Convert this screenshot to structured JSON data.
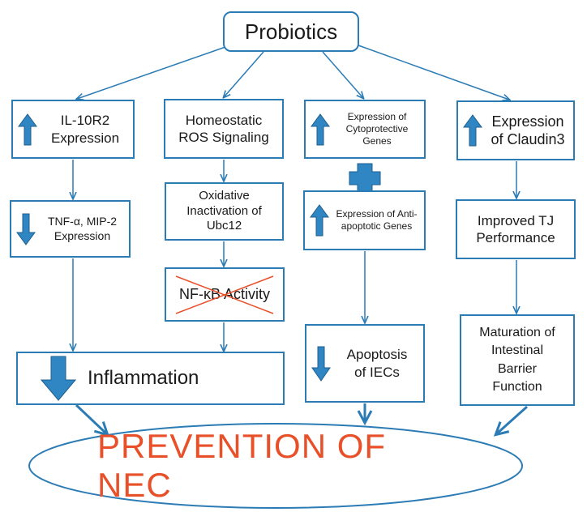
{
  "root": {
    "label": "Probiotics"
  },
  "nodes": {
    "il10r2": {
      "label": "IL-10R2 Expression",
      "arrow": "up"
    },
    "ros": {
      "label": "Homeostatic ROS Signaling"
    },
    "cyto": {
      "label": "Expression of Cytoprotective Genes",
      "arrow": "up"
    },
    "claudin": {
      "label": "Expression of Claudin3",
      "arrow": "up"
    },
    "tnf": {
      "label": "TNF-α, MIP-2 Expression",
      "arrow": "down"
    },
    "oxidative": {
      "label": "Oxidative Inactivation of Ubc12"
    },
    "antiapop": {
      "label": "Expression of Anti-apoptotic Genes",
      "arrow": "up"
    },
    "tj": {
      "label": "Improved TJ Performance"
    },
    "nfkb": {
      "label": "NF-κB Activity",
      "crossed_out": true
    },
    "inflammation": {
      "label": "Inflammation",
      "arrow": "down"
    },
    "apoptosis": {
      "label": "Apoptosis of IECs",
      "arrow": "down"
    },
    "maturation": {
      "label": "Maturation of Intestinal Barrier Function"
    }
  },
  "outcome": {
    "label": "PREVENTION OF NEC"
  },
  "colors": {
    "accent": "#2b7bb5",
    "arrow_fill": "#2f86c2",
    "outcome_text": "#e8502a",
    "cross": "#e8502a"
  }
}
